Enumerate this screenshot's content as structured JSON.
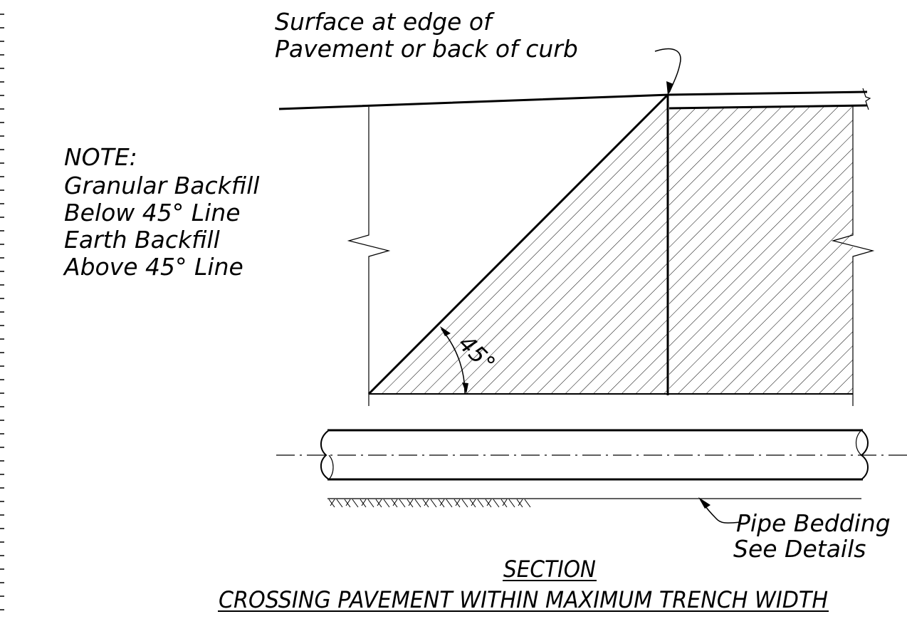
{
  "labels": {
    "surface_line1": "Surface at edge of",
    "surface_line2": "Pavement or back of curb",
    "note_title": "NOTE:",
    "note_line1": "Granular Backfill",
    "note_line2": "Below 45° Line",
    "note_line3": "Earth Backfill",
    "note_line4": "Above 45° Line",
    "angle": "45°",
    "bedding_line1": "Pipe Bedding",
    "bedding_line2": "See Details",
    "section_title": "SECTION",
    "section_subtitle": "CROSSING PAVEMENT WITHIN MAXIMUM TRENCH WIDTH"
  },
  "colors": {
    "ink": "#000000",
    "background": "#ffffff"
  }
}
